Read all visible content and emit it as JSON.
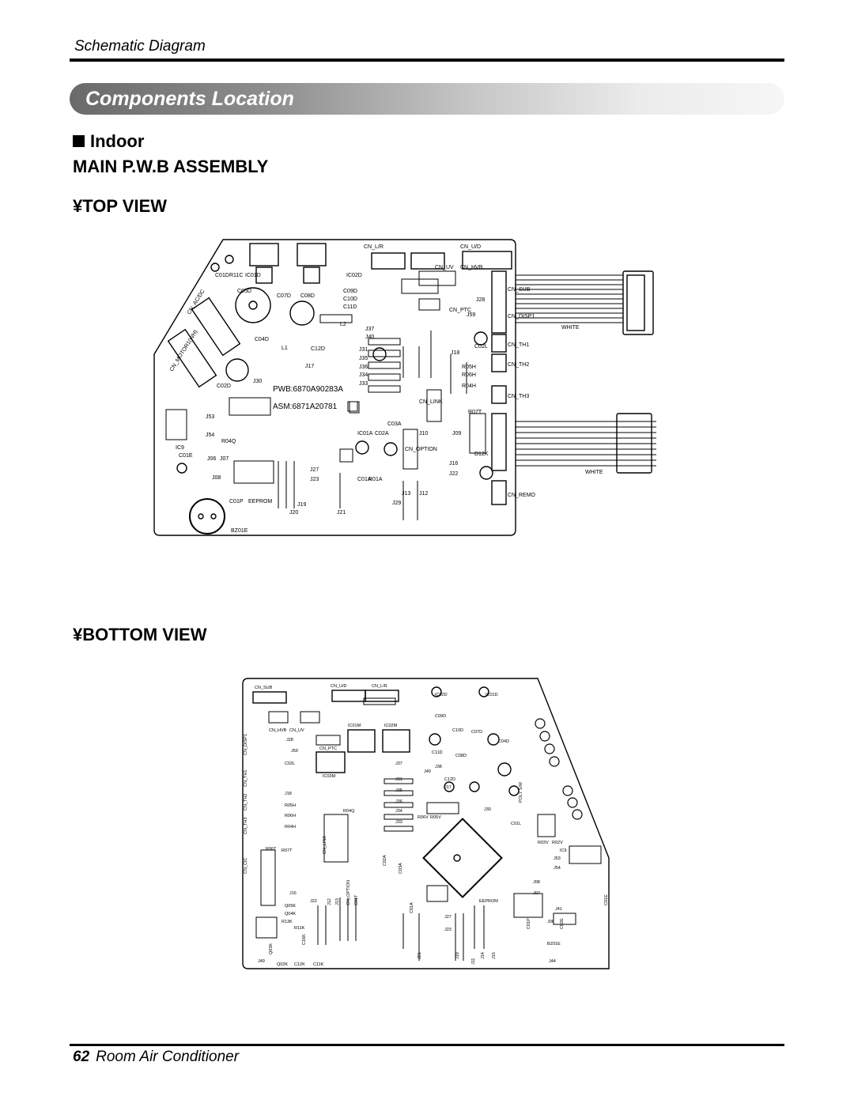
{
  "header": {
    "title": "Schematic Diagram"
  },
  "section": {
    "title": "Components Location"
  },
  "indoor": {
    "label": "Indoor"
  },
  "assembly": {
    "title": "MAIN P.W.B ASSEMBLY"
  },
  "views": {
    "top": "¥TOP VIEW",
    "bottom": "¥BOTTOM VIEW"
  },
  "top_board": {
    "pwb": "PWB:6870A90283A",
    "asm": "ASM:6871A20781",
    "wire_label_1": "WHITE",
    "wire_label_2": "WHITE",
    "connectors": [
      "CN_U/D",
      "CN_L/R",
      "CN_SUB",
      "CN_DISP1",
      "CN_TH1",
      "CN_TH2",
      "CN_TH3",
      "CN_REMO",
      "CN_LINK",
      "CN_OPTION",
      "CN_UV",
      "CN_HVB",
      "CN_PTC",
      "CN_MOTOR1(WH)",
      "CN_AC/DC"
    ],
    "parts": [
      "BZ01E",
      "C01P",
      "EEPROM",
      "C01E",
      "IC9",
      "J53",
      "J54",
      "R04Q",
      "J30",
      "J31",
      "J33",
      "J34",
      "J35",
      "J36",
      "J37",
      "J40",
      "J17",
      "J16",
      "J22",
      "J23",
      "J27",
      "J08",
      "J06",
      "J07",
      "L1",
      "L2",
      "R05H",
      "R06H",
      "R04H",
      "R07T",
      "D12K",
      "C02L",
      "J18",
      "J59",
      "J28",
      "C12D",
      "C04D",
      "C08D",
      "C07D",
      "C09D",
      "C10D",
      "C11D",
      "C05D",
      "C02D",
      "C01D",
      "R11C",
      "IC01D",
      "IC02D",
      "IC01A",
      "C02A",
      "C03A",
      "R01A",
      "C01A",
      "J10",
      "J09",
      "J12",
      "J13",
      "J19",
      "J20",
      "J21",
      "J29"
    ]
  },
  "bottom_board": {
    "connectors": [
      "CN_SUB",
      "CN_U/D",
      "CN_L/R",
      "CN_HVB",
      "CN_UV",
      "CN_PTC",
      "CN_DISP1",
      "CN_TH1",
      "CN_TH2",
      "CN_TH3",
      "CN_LINK",
      "CN_OPTION",
      "CN_CIC"
    ],
    "parts": [
      "IC01M",
      "IC02M",
      "IC03M",
      "IC02D",
      "IC01D",
      "C09D",
      "C10D",
      "C11D",
      "C07D",
      "C08D",
      "C04D",
      "C12D",
      "J17",
      "J30",
      "J31",
      "J33",
      "J34",
      "J35",
      "J36",
      "J37",
      "J38",
      "J40",
      "J41",
      "J44",
      "J49",
      "J16",
      "J18",
      "J22",
      "J23",
      "J27",
      "J53",
      "J54",
      "J59",
      "R05H",
      "R06H",
      "R04H",
      "R07T",
      "R06T",
      "R11K",
      "R13K",
      "C02L",
      "C01L",
      "C01E",
      "C02E",
      "R03V",
      "R02V",
      "R06V",
      "R05V",
      "R04Q",
      "C01T",
      "C01A",
      "C02A",
      "C03A",
      "C12K",
      "C11K",
      "C16K",
      "Q02K",
      "Q03K",
      "Q04K",
      "Q05K",
      "IC9",
      "BZ01E",
      "C01P",
      "EEPROM",
      "J06",
      "J07",
      "J08",
      "J11",
      "J12",
      "J13",
      "J14",
      "J15",
      "J19",
      "J21",
      "J28",
      "POLY S/W"
    ]
  },
  "footer": {
    "page": "62",
    "title": "Room Air Conditioner"
  }
}
